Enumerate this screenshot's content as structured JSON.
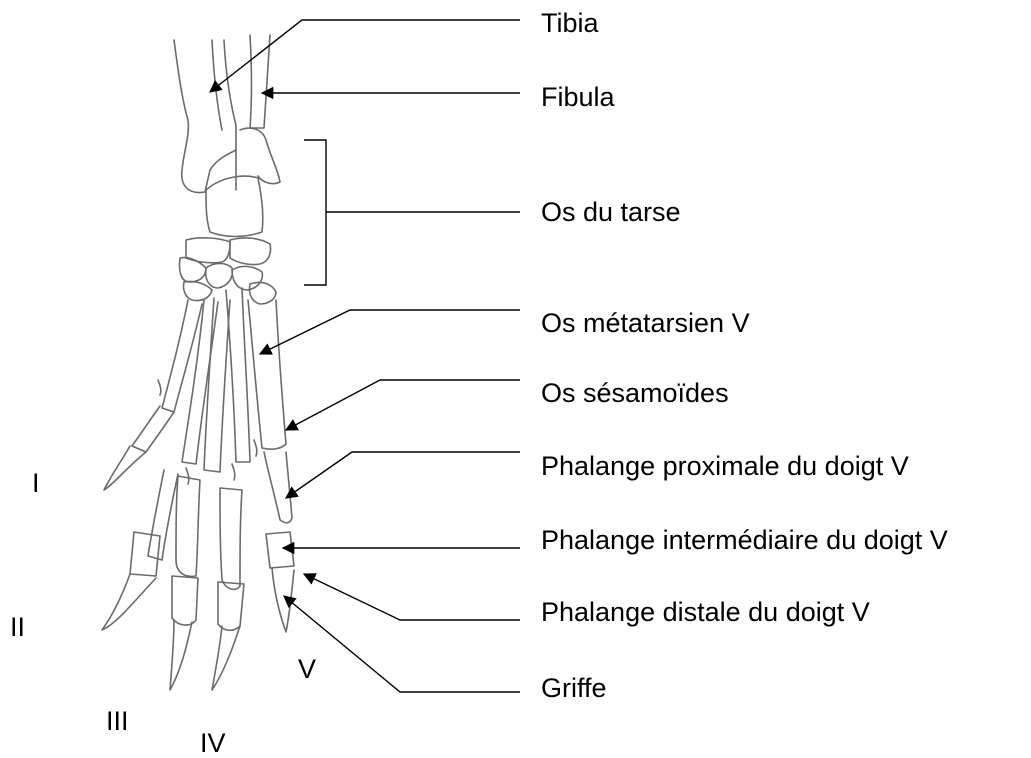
{
  "diagram": {
    "labels": {
      "tibia": "Tibia",
      "fibula": "Fibula",
      "tarsus": "Os du tarse",
      "metatarsal_v": "Os métatarsien V",
      "sesamoids": "Os sésamoïdes",
      "proximal_phalanx_v": "Phalange proximale du doigt V",
      "intermediate_phalanx_v": "Phalange intermédiaire du doigt V",
      "distal_phalanx_v": "Phalange distale du doigt V",
      "claw": "Griffe"
    },
    "digits": {
      "d1": "I",
      "d2": "II",
      "d3": "III",
      "d4": "IV",
      "d5": "V"
    },
    "colors": {
      "ink": "#000000",
      "bone_stroke": "#6b6b6b",
      "background": "#ffffff"
    }
  }
}
